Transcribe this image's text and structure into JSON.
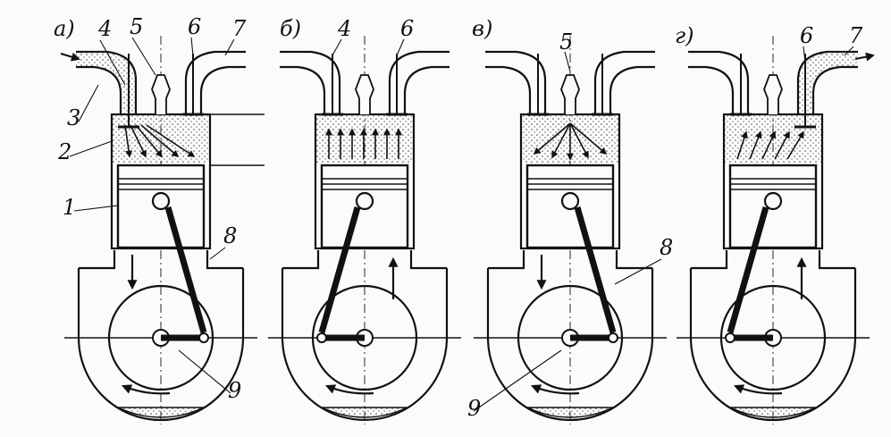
{
  "figure": {
    "panels": [
      {
        "id": "a",
        "letter": "а)",
        "numbers": [
          "4",
          "5",
          "6",
          "7",
          "3",
          "2",
          "1",
          "8",
          "9"
        ]
      },
      {
        "id": "b",
        "letter": "б)",
        "numbers": [
          "4",
          "6"
        ]
      },
      {
        "id": "v",
        "letter": "в)",
        "numbers": [
          "5",
          "8",
          "9"
        ]
      },
      {
        "id": "g",
        "letter": "г)",
        "numbers": [
          "6",
          "7"
        ]
      }
    ]
  },
  "colors": {
    "ink": "#111111",
    "paper": "#fbfbfa",
    "stipple": "#555555"
  }
}
